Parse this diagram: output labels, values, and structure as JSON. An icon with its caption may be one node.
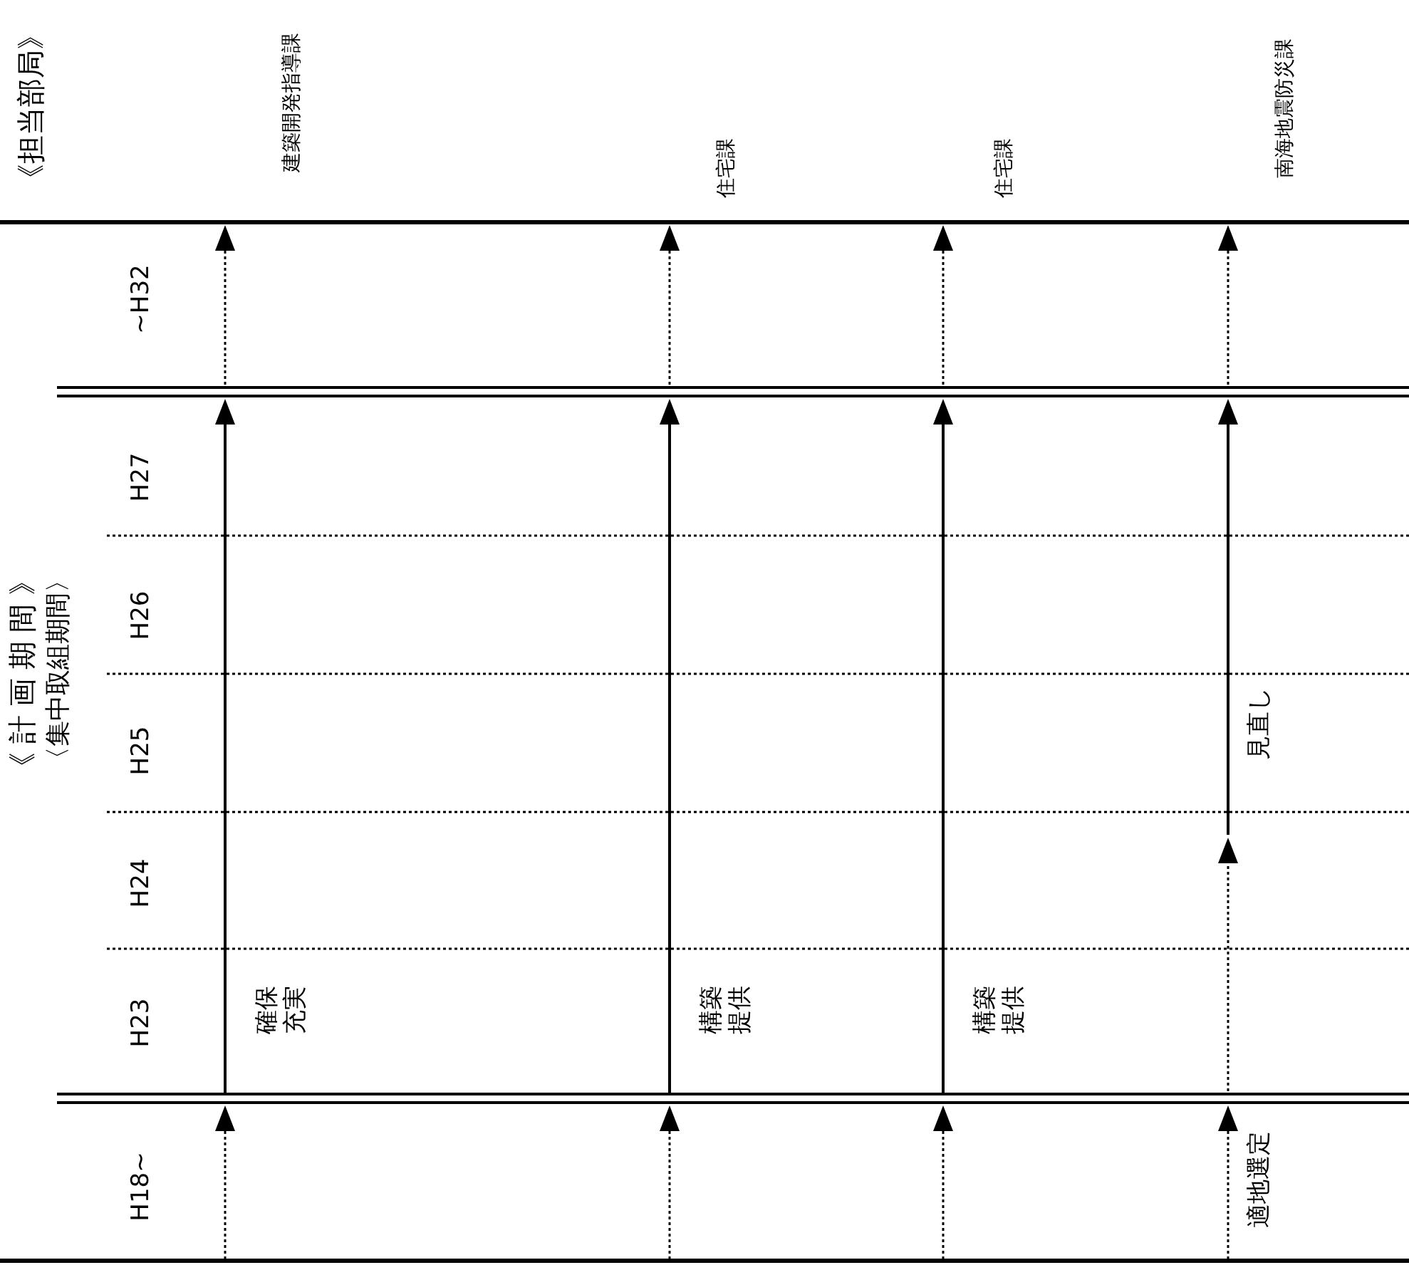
{
  "diagram": {
    "labels": [
      "《担当部局》",
      "建築開発指導課",
      "住宅課",
      "住宅課",
      "南海地震防災課",
      "~H32",
      "《計画期間》",
      "〈集中取組期間〉",
      "H27",
      "H26",
      "H25",
      "見直し",
      "H24",
      "H23",
      "確保充実",
      "構築提供",
      "構築提供",
      "H18~",
      "適地選定"
    ]
  }
}
